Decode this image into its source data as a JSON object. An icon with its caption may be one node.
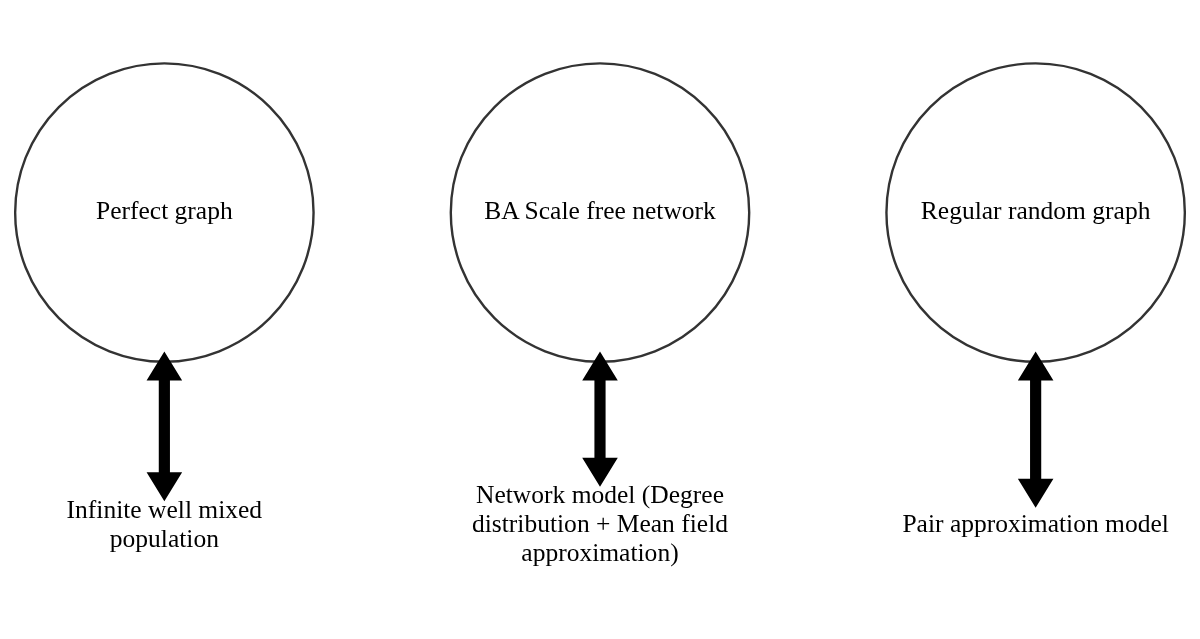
{
  "diagram": {
    "nodes": [
      {
        "text": [
          "Perfect graph"
        ]
      },
      {
        "text": [
          "BA Scale free network"
        ]
      },
      {
        "text": [
          "Regular random graph"
        ]
      },
      {
        "text": [
          "Infinite well mixed population"
        ]
      },
      {
        "text": [
          "Network model (Degree distribution + Mean field approximation)"
        ]
      },
      {
        "text": [
          "Pair approximation model"
        ]
      }
    ],
    "edges": [
      {
        "from": 0,
        "to": 3,
        "arrow": "both"
      },
      {
        "from": 1,
        "to": 4,
        "arrow": "both"
      },
      {
        "from": 2,
        "to": 5,
        "arrow": "both"
      }
    ]
  }
}
